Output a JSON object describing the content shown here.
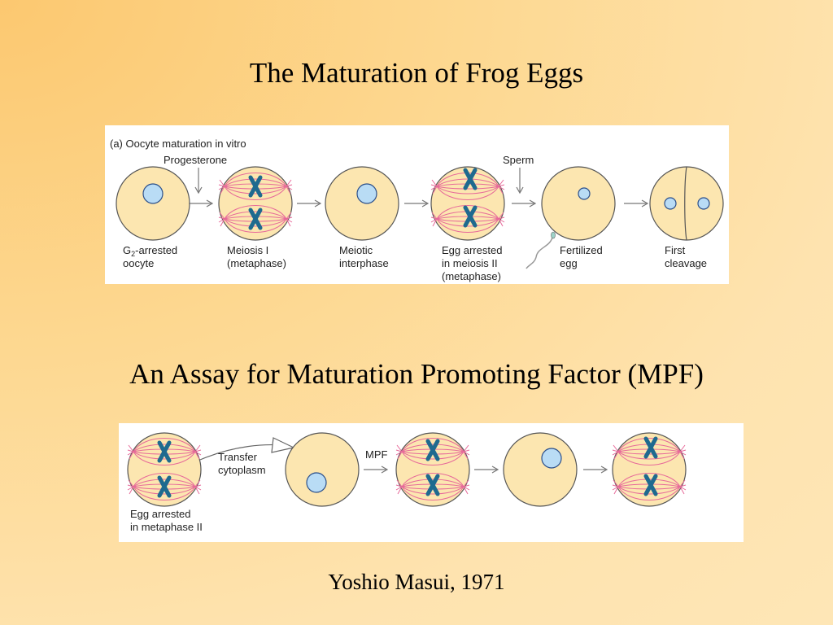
{
  "titles": {
    "main": "The Maturation of Frog Eggs",
    "assay": "An Assay for Maturation Promoting Factor (MPF)",
    "credit": "Yoshio Masui, 1971"
  },
  "panel_a": {
    "heading": "(a)  Oocyte maturation in vitro",
    "progesterone": "Progesterone",
    "sperm": "Sperm",
    "labels": {
      "g2_prefix": "G",
      "g2_sub": "2",
      "g2_rest": "-arrested",
      "oocyte": "oocyte",
      "meiosis1_a": "Meiosis I",
      "meiosis1_b": "(metaphase)",
      "interphase_a": "Meiotic",
      "interphase_b": "interphase",
      "egg2_a": "Egg arrested",
      "egg2_b": "in meiosis II",
      "egg2_c": "(metaphase)",
      "fert_a": "Fertilized",
      "fert_b": "egg",
      "cleave_a": "First",
      "cleave_b": "cleavage"
    }
  },
  "panel_b": {
    "transfer_a": "Transfer",
    "transfer_b": "cytoplasm",
    "mpf": "MPF",
    "egg_a": "Egg arrested",
    "egg_b": "in metaphase II"
  },
  "colors": {
    "cell_fill": "#fce6b0",
    "cell_stroke": "#555555",
    "nucleus_fill": "#b9dcf5",
    "nucleus_stroke": "#2b4f8a",
    "chromosome": "#1f6a8f",
    "spindle": "#e76a9a"
  }
}
